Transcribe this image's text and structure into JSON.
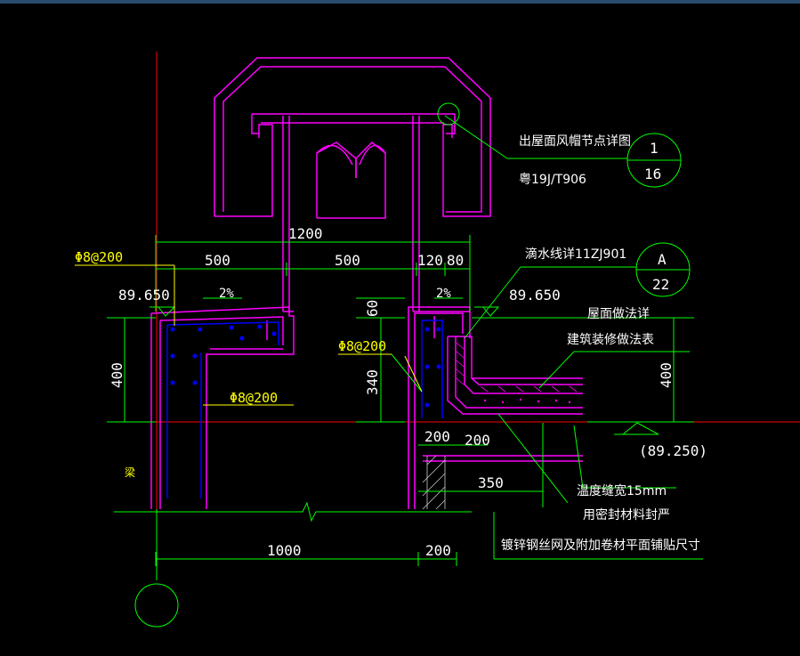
{
  "drawing": {
    "colors": {
      "background": "#000000",
      "magenta": "#ff00ff",
      "green": "#00ff00",
      "white": "#ffffff",
      "yellow": "#ffff00",
      "red": "#ff0000",
      "blue": "#0000ff"
    },
    "dimensions": {
      "top_total": "1200",
      "top_left": "500",
      "top_mid": "500",
      "top_right_a": "120",
      "top_right_b": "80",
      "bottom_left": "1000",
      "bottom_right": "200",
      "left_height": "400",
      "right_height": "400",
      "inner_60": "60",
      "inner_340": "340",
      "d200_a": "200",
      "d200_b": "200",
      "d350": "350"
    },
    "elevations": {
      "left": "89.650",
      "right": "89.650",
      "bottom": "(89.250)"
    },
    "slopes": {
      "left": "2%",
      "right": "2%"
    },
    "rebar": {
      "left_top": "Φ8@200",
      "middle": "Φ8@200",
      "right": "Φ8@200"
    },
    "beam_label": "梁",
    "callout_1": {
      "title": "出屋面风帽节点详图",
      "ref": "粤19J/T906",
      "num": "1",
      "sheet": "16"
    },
    "callout_a": {
      "title": "滴水线详11ZJ901",
      "num": "A",
      "sheet": "22"
    },
    "notes": {
      "roof_line1": "屋面做法详",
      "roof_line2": "建筑装修做法表",
      "joint_line1": "温度缝宽15mm",
      "joint_line2": "用密封材料封严",
      "mesh": "镀锌钢丝网及附加卷材平面铺贴尺寸"
    }
  }
}
